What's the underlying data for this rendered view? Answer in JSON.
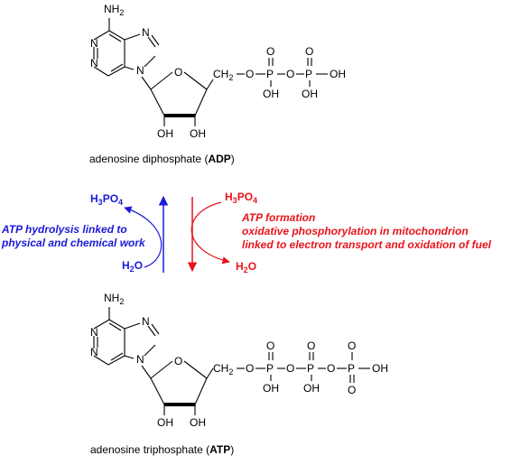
{
  "adp": {
    "amino": "NH",
    "amino_sub": "2",
    "ring_n1": "N",
    "ring_n3": "N",
    "ring_n7": "N",
    "ring_n9": "N",
    "ring_o": "O",
    "ch2": "CH",
    "ch2_sub": "2",
    "link_o1": "O",
    "p1": "P",
    "p1_top_o": "O",
    "p1_oh": "OH",
    "bridge_o": "O",
    "p2": "P",
    "p2_top_o": "O",
    "p2_oh_bottom": "OH",
    "p2_oh_right": "OH",
    "oh_left": "OH",
    "oh_right": "OH",
    "caption_prefix": "adenosine diphosphate (",
    "caption_abbr": "ADP",
    "caption_suffix": ")"
  },
  "reactions": {
    "hydrolysis": {
      "product": "H",
      "product_sub": "3",
      "product_mid": "PO",
      "product_sub2": "4",
      "reactant": "H",
      "reactant_sub": "2",
      "reactant_end": "O",
      "label_line1": "ATP hydrolysis linked to",
      "label_line2": "physical and chemical work",
      "color": "#1a1ad8"
    },
    "formation": {
      "reactant": "H",
      "reactant_sub": "3",
      "reactant_mid": "PO",
      "reactant_sub2": "4",
      "product": "H",
      "product_sub": "2",
      "product_end": "O",
      "label_line1": "ATP formation",
      "label_line2": "oxidative phosphorylation in mitochondrion",
      "label_line3": "linked to electron transport and oxidation of fuel",
      "color": "#e8141c"
    }
  },
  "atp": {
    "amino": "NH",
    "amino_sub": "2",
    "ring_n1": "N",
    "ring_n3": "N",
    "ring_n7": "N",
    "ring_n9": "N",
    "ring_o": "O",
    "ch2": "CH",
    "ch2_sub": "2",
    "link_o1": "O",
    "p1": "P",
    "p1_top_o": "O",
    "p1_oh": "OH",
    "bridge_o1": "O",
    "p2": "P",
    "p2_top_o": "O",
    "p2_oh": "OH",
    "bridge_o2": "O",
    "p3": "P",
    "p3_oh_right": "OH",
    "p3_bottom_o": "O",
    "oh_left": "OH",
    "oh_right": "OH",
    "caption_prefix": "adenosine triphosphate (",
    "caption_abbr": "ATP",
    "caption_suffix": ")"
  }
}
